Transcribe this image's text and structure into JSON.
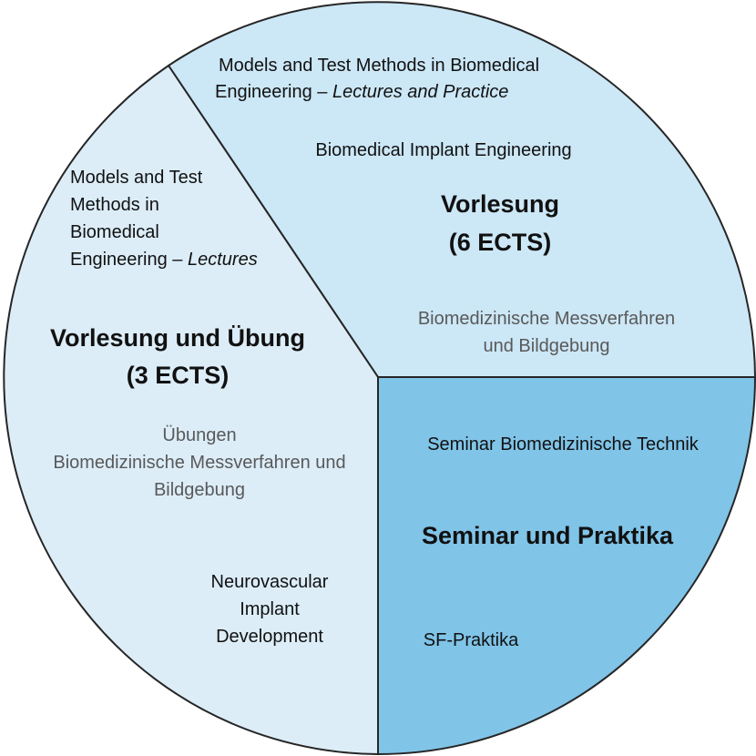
{
  "colors": {
    "top_segment": "#cce7f6",
    "left_segment": "#dcedf8",
    "right_segment": "#80c4e8",
    "outline": "#262626",
    "muted_text": "#595959"
  },
  "segments": {
    "vorlesung": {
      "title_line1": "Vorlesung",
      "title_line2": "(6 ECTS)",
      "item1_line1": "Models and Test Methods in Biomedical",
      "item1_line2_a": "Engineering – ",
      "item1_line2_b": "Lectures and Practice",
      "item2": "Biomedical Implant Engineering",
      "item3_line1": "Biomedizinische Messverfahren",
      "item3_line2": "und Bildgebung"
    },
    "vorlesung_uebung": {
      "title_line1": "Vorlesung und Übung",
      "title_line2": "(3 ECTS)",
      "item1_line1": "Models and Test",
      "item1_line2": "Methods in",
      "item1_line3": "Biomedical",
      "item1_line4_a": "Engineering – ",
      "item1_line4_b": "Lectures",
      "item2_line1": "Übungen",
      "item2_line2": "Biomedizinische Messverfahren und",
      "item2_line3": "Bildgebung",
      "item3_line1": "Neurovascular",
      "item3_line2": "Implant",
      "item3_line3": "Development"
    },
    "seminar": {
      "title": "Seminar und Praktika",
      "item1": "Seminar Biomedizinische Technik",
      "item2": "SF-Praktika"
    }
  }
}
